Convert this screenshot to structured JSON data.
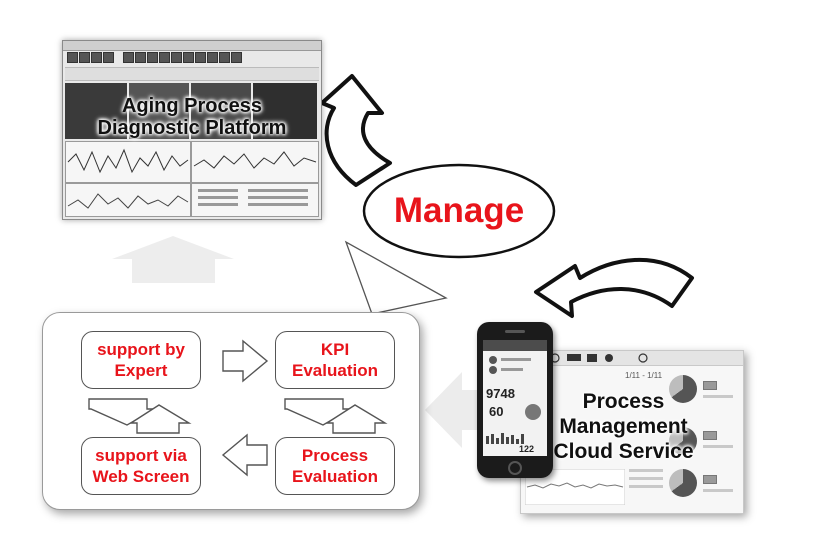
{
  "platform": {
    "label": "Aging Process\nDiagnostic Platform"
  },
  "manage": {
    "label": "Manage"
  },
  "cloud": {
    "label": "Process\nManagement\nCloud Service",
    "value_a": "1/11 - 1/11"
  },
  "phone": {
    "value_1": "9748",
    "value_2": "60",
    "value_3": "122"
  },
  "support": {
    "expert": "support by\nExpert",
    "kpi": "KPI\nEvaluation",
    "web": "support via\nWeb Screen",
    "process": "Process\nEvaluation"
  },
  "colors": {
    "accent_red": "#e8141b",
    "outline": "#111111"
  }
}
